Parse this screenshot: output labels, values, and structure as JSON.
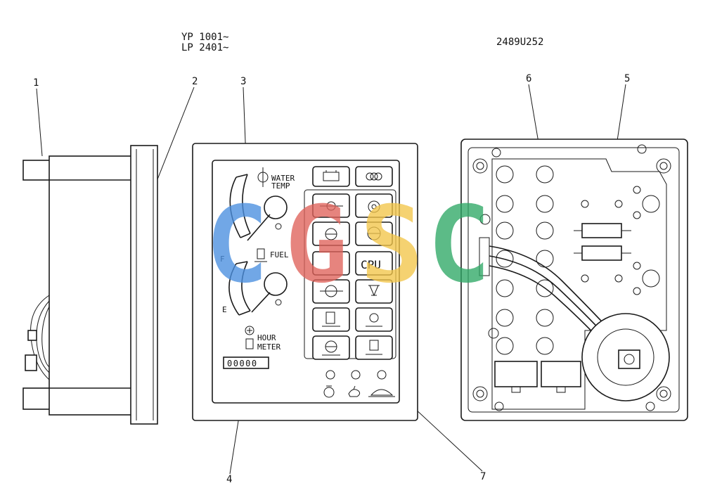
{
  "header": {
    "serial_line_1": "YP 1001~",
    "serial_line_2": "LP 2401~",
    "drawing_code": "2489U252"
  },
  "callouts": [
    "1",
    "2",
    "3",
    "4",
    "5",
    "6",
    "7"
  ],
  "front_panel": {
    "water_temp_line_1": "WATER",
    "water_temp_line_2": "TEMP",
    "fuel_label": "FUEL",
    "fuel_full": "F",
    "fuel_empty": "E",
    "hour_meter_line_1": "HOUR",
    "hour_meter_line_2": "METER",
    "hour_meter_digits": "00000",
    "cpu_label": "CPU"
  },
  "watermark": {
    "letters": [
      "C",
      "G",
      "S",
      "C"
    ],
    "colors": [
      "#4a8fe0",
      "#e0625a",
      "#f3c64a",
      "#2fa866"
    ]
  },
  "icons": [
    "battery-icon",
    "preheat-coil-icon",
    "oil-pressure-icon",
    "oil-drop-icon",
    "coolant-temp-icon",
    "filter-icon",
    "blank-icon",
    "cpu-icon",
    "charge-icon",
    "seat-icon",
    "fuel-pump-icon",
    "oil-level-icon",
    "water-level-icon",
    "fuel-filter-icon",
    "light-icon",
    "rabbit-icon",
    "turtle-icon"
  ]
}
